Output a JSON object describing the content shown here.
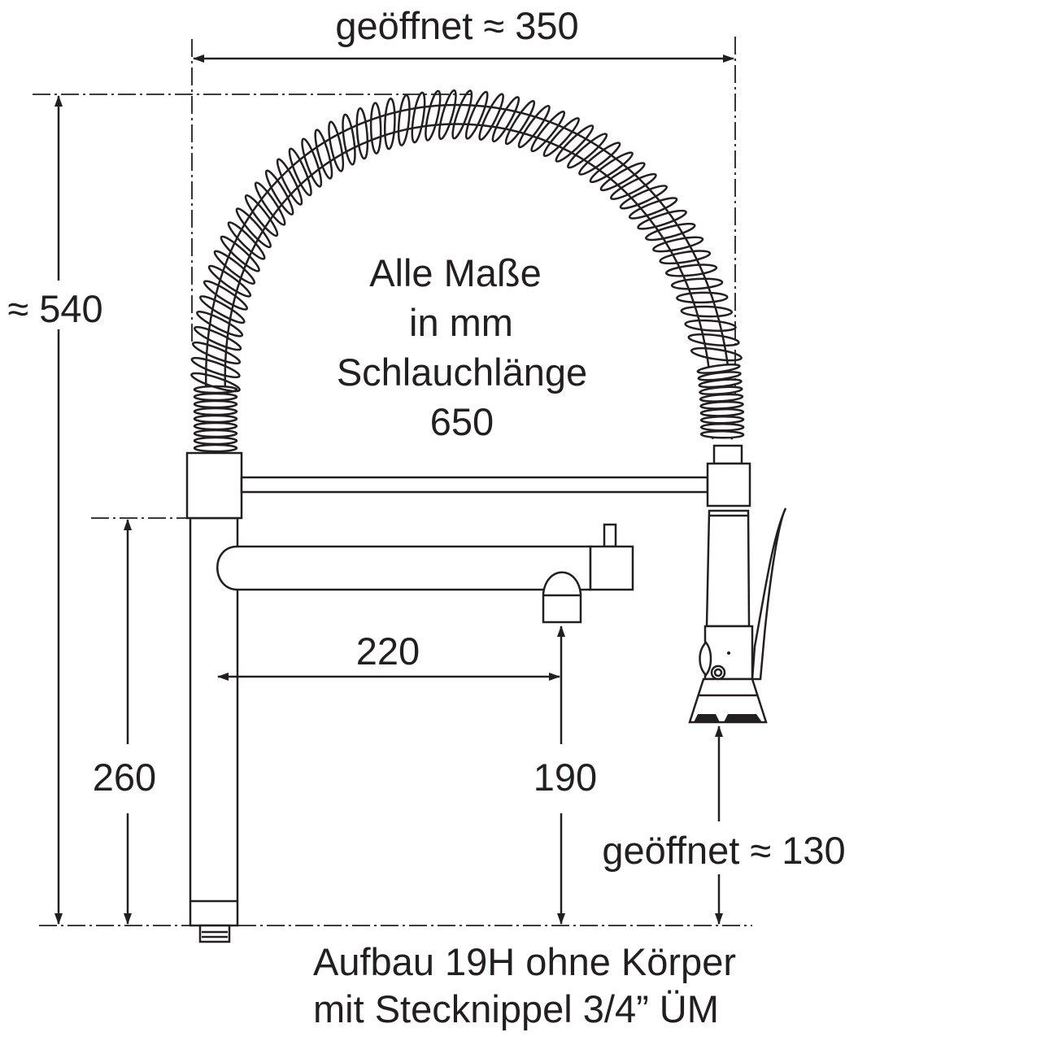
{
  "dimensions": {
    "open_width": "geöffnet ≈ 350",
    "total_height": "≈ 540",
    "spout_height_mount": "260",
    "spout_reach": "220",
    "spout_outlet_height": "190",
    "spray_open_height": "geöffnet ≈ 130"
  },
  "notes": {
    "line1": "Alle Maße",
    "line2": "in mm",
    "line3": "Schlauchlänge",
    "line4": "650"
  },
  "caption": {
    "line1": "Aufbau 19H ohne Körper",
    "line2": "mit Stecknippel 3/4” ÜM"
  },
  "colors": {
    "ink": "#231f20",
    "background": "#ffffff"
  }
}
